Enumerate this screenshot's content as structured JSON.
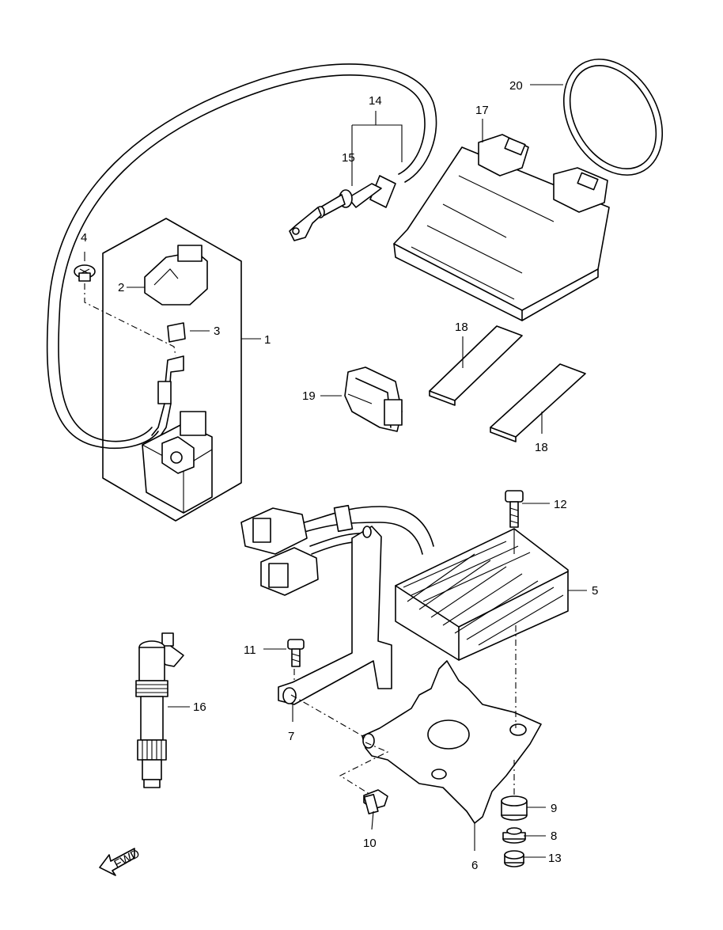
{
  "diagram": {
    "callouts": {
      "c1": "1",
      "c2": "2",
      "c3": "3",
      "c4": "4",
      "c5": "5",
      "c6": "6",
      "c7": "7",
      "c8": "8",
      "c9": "9",
      "c10": "10",
      "c11": "11",
      "c12": "12",
      "c13": "13",
      "c14": "14",
      "c15": "15",
      "c16": "16",
      "c17": "17",
      "c18a": "18",
      "c18b": "18",
      "c19": "19",
      "c20": "20"
    },
    "fwd_label": "FWD"
  }
}
